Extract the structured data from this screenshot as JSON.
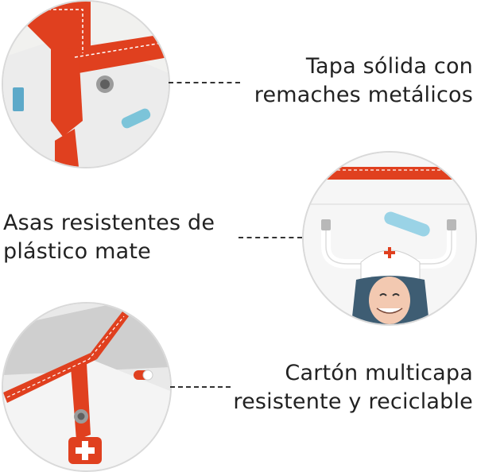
{
  "features": [
    {
      "line1": "Tapa sólida con",
      "line2": "remaches metálicos"
    },
    {
      "line1": "Asas resistentes de",
      "line2": "plástico mate"
    },
    {
      "line1": "Cartón multicapa",
      "line2": "resistente y reciclable"
    }
  ]
}
